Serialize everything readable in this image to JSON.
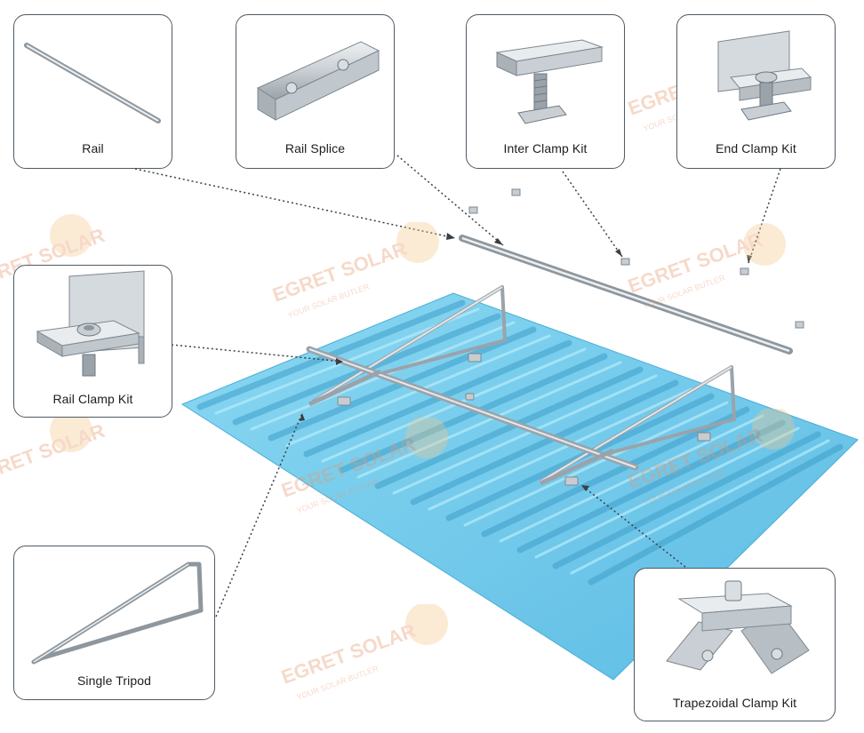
{
  "components": [
    {
      "id": "rail",
      "label": "Rail"
    },
    {
      "id": "rail-splice",
      "label": "Rail Splice"
    },
    {
      "id": "inter-clamp-kit",
      "label": "Inter Clamp Kit"
    },
    {
      "id": "end-clamp-kit",
      "label": "End Clamp Kit"
    },
    {
      "id": "rail-clamp-kit",
      "label": "Rail Clamp Kit"
    },
    {
      "id": "single-tripod",
      "label": "Single Tripod"
    },
    {
      "id": "trapezoidal-clamp-kit",
      "label": "Trapezoidal Clamp Kit"
    }
  ],
  "watermark": {
    "brand": "EGRET SOLAR",
    "tagline": "YOUR SOLAR BUTLER"
  },
  "colors": {
    "roof": "#6ecae9",
    "roof_dark": "#42a9d4",
    "aluminium": "#cfd5da",
    "aluminium_dark": "#8e979e",
    "border": "#4e5a64",
    "leader": "#3a3f44",
    "watermark": "#e9a27a"
  }
}
